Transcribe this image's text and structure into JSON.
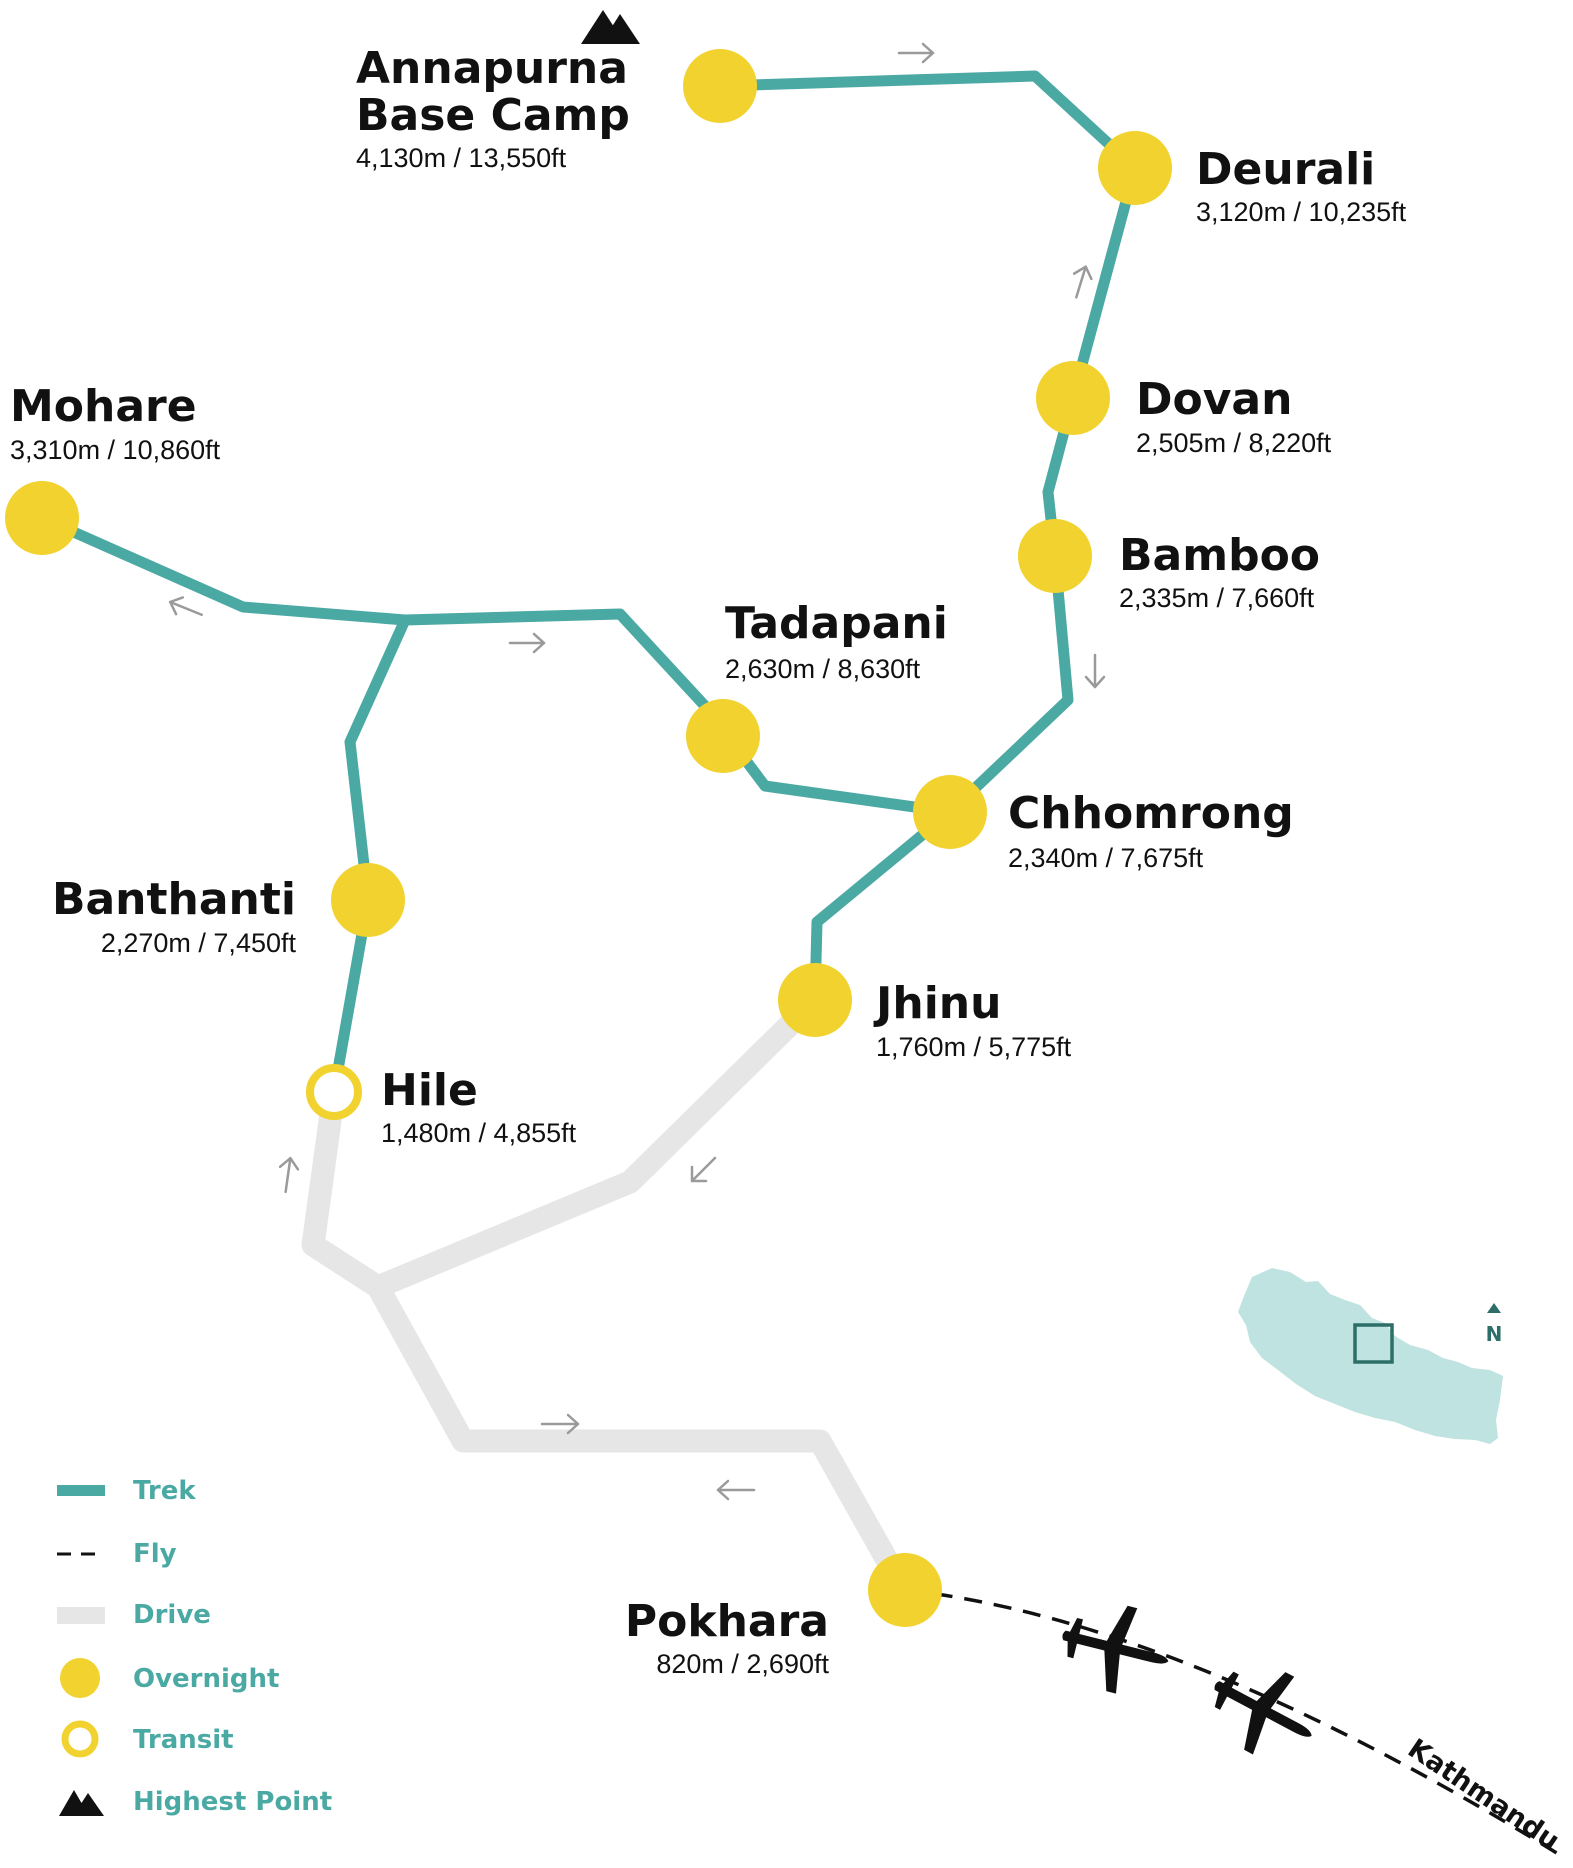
{
  "colors": {
    "trek": "#4ba9a4",
    "drive": "#e6e6e6",
    "overnight": "#f2d22e",
    "text": "#111111",
    "legend_text": "#4ba9a4",
    "inset_fill": "#bfe3e0",
    "arrow": "#9a9a9a"
  },
  "places": [
    {
      "id": "abc",
      "name": "Annapurna Base Camp",
      "name_line1": "Annapurna",
      "name_line2": "Base Camp",
      "altitude": "4,130m / 13,550ft",
      "type": "overnight",
      "highest": true
    },
    {
      "id": "deurali",
      "name": "Deurali",
      "altitude": "3,120m / 10,235ft",
      "type": "overnight"
    },
    {
      "id": "dovan",
      "name": "Dovan",
      "altitude": "2,505m / 8,220ft",
      "type": "overnight"
    },
    {
      "id": "bamboo",
      "name": "Bamboo",
      "altitude": "2,335m / 7,660ft",
      "type": "overnight"
    },
    {
      "id": "mohare",
      "name": "Mohare",
      "altitude": "3,310m / 10,860ft",
      "type": "overnight"
    },
    {
      "id": "tadapani",
      "name": "Tadapani",
      "altitude": "2,630m / 8,630ft",
      "type": "overnight"
    },
    {
      "id": "chhomrong",
      "name": "Chhomrong",
      "altitude": "2,340m / 7,675ft",
      "type": "overnight"
    },
    {
      "id": "banthanti",
      "name": "Banthanti",
      "altitude": "2,270m / 7,450ft",
      "type": "overnight"
    },
    {
      "id": "jhinu",
      "name": "Jhinu",
      "altitude": "1,760m / 5,775ft",
      "type": "overnight"
    },
    {
      "id": "hile",
      "name": "Hile",
      "altitude": "1,480m / 4,855ft",
      "type": "transit"
    },
    {
      "id": "pokhara",
      "name": "Pokhara",
      "altitude": "820m / 2,690ft",
      "type": "overnight"
    }
  ],
  "flight_destination": "Kathmandu",
  "compass_label": "N",
  "legend": [
    {
      "key": "trek",
      "label": "Trek"
    },
    {
      "key": "fly",
      "label": "Fly"
    },
    {
      "key": "drive",
      "label": "Drive"
    },
    {
      "key": "overnight",
      "label": "Overnight"
    },
    {
      "key": "transit",
      "label": "Transit"
    },
    {
      "key": "highest",
      "label": "Highest Point"
    }
  ]
}
